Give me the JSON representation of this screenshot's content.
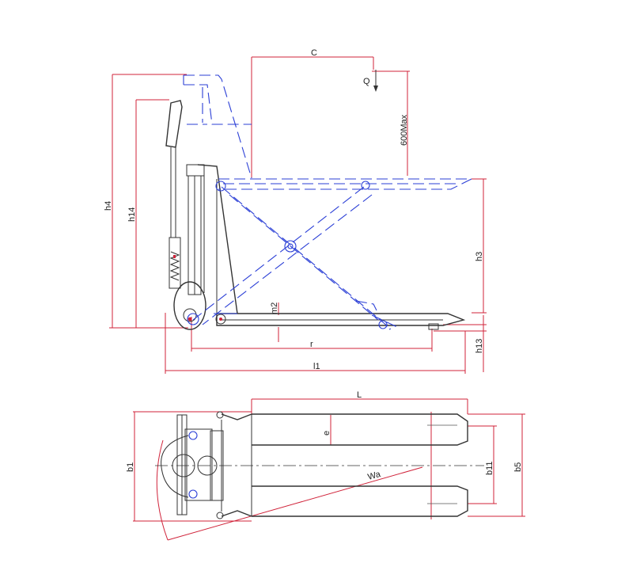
{
  "labels": {
    "c": "C",
    "q": "Q",
    "max_height": "600Max",
    "h4": "h4",
    "h14": "h14",
    "h3": "h3",
    "m2": "m2",
    "r": "r",
    "l1": "l1",
    "h13": "h13",
    "L": "L",
    "e": "e",
    "b1": "b1",
    "b11": "b11",
    "b5": "b5",
    "wa": "Wa"
  },
  "colors": {
    "dimension": "#d0233a",
    "outline": "#333333",
    "raised_position": "#2b3fd6"
  }
}
